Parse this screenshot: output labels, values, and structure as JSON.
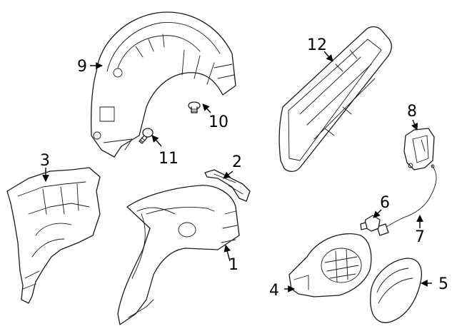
{
  "diagram": {
    "callouts": [
      {
        "id": "c1",
        "label": "1"
      },
      {
        "id": "c2",
        "label": "2"
      },
      {
        "id": "c3",
        "label": "3"
      },
      {
        "id": "c4",
        "label": "4"
      },
      {
        "id": "c5",
        "label": "5"
      },
      {
        "id": "c6",
        "label": "6"
      },
      {
        "id": "c7",
        "label": "7"
      },
      {
        "id": "c8",
        "label": "8"
      },
      {
        "id": "c9",
        "label": "9"
      },
      {
        "id": "c10",
        "label": "10"
      },
      {
        "id": "c11",
        "label": "11"
      },
      {
        "id": "c12",
        "label": "12"
      }
    ]
  },
  "colors": {
    "line": "#1a1a1a",
    "background": "#ffffff"
  }
}
